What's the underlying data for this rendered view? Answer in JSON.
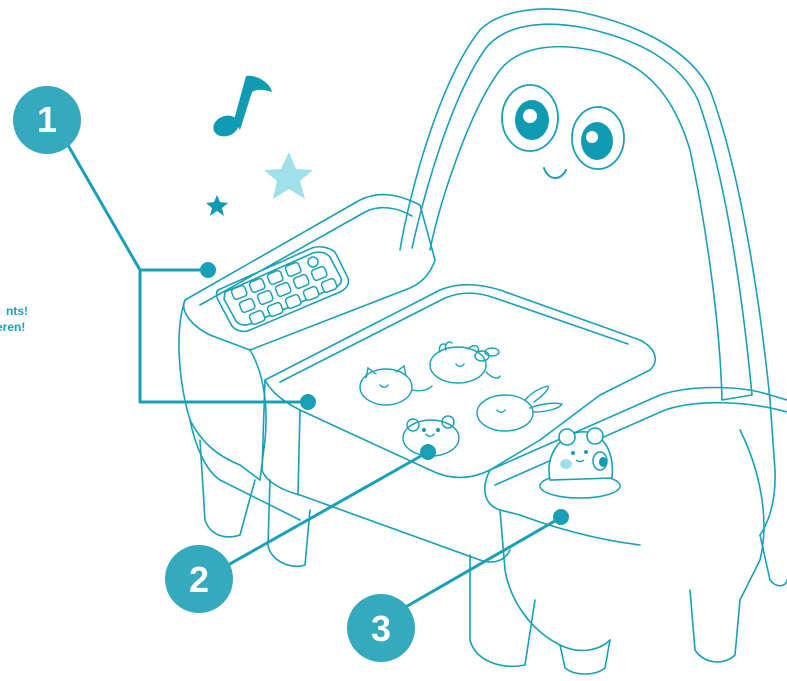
{
  "colors": {
    "outline": "#1aa0b5",
    "accent": "#0f9bb2",
    "accent_light": "#9fe0eb",
    "badge": "#35a9bd",
    "text_accent": "#18a3b8",
    "background": "#ffffff"
  },
  "side_text": {
    "line1": "nts!",
    "line2": "eren!"
  },
  "callouts": [
    {
      "number": "1"
    },
    {
      "number": "2"
    },
    {
      "number": "3"
    }
  ],
  "decorations": [
    "music-note-icon",
    "large-star-icon",
    "small-star-icon"
  ],
  "features": [
    "keypad",
    "animal-buttons",
    "bear-figure",
    "chair-face"
  ]
}
